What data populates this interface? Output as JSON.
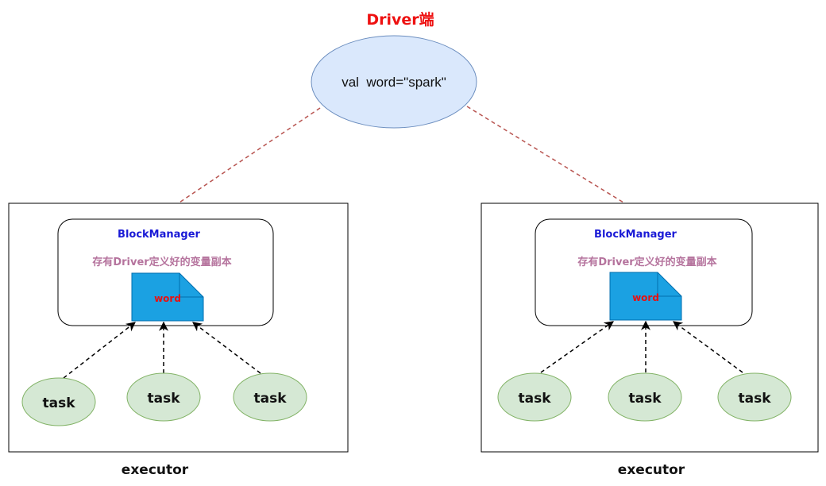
{
  "driver": {
    "label": "Driver端",
    "variable": "val  word=\"spark\""
  },
  "executors": [
    {
      "label": "executor",
      "block_manager": "BlockManager",
      "copy_note": "存有Driver定义好的变量副本",
      "doc_label": "word",
      "tasks": [
        "task",
        "task",
        "task"
      ]
    },
    {
      "label": "executor",
      "block_manager": "BlockManager",
      "copy_note": "存有Driver定义好的变量副本",
      "doc_label": "word",
      "tasks": [
        "task",
        "task",
        "task"
      ]
    }
  ],
  "colors": {
    "driver_ellipse_fill": "#dae8fc",
    "driver_ellipse_stroke": "#6c8ebf",
    "driver_arrow": "#b85450",
    "task_fill": "#d5e8d4",
    "task_stroke": "#82b366",
    "doc_fill": "#1ba1e2",
    "doc_stroke": "#006eaf"
  }
}
